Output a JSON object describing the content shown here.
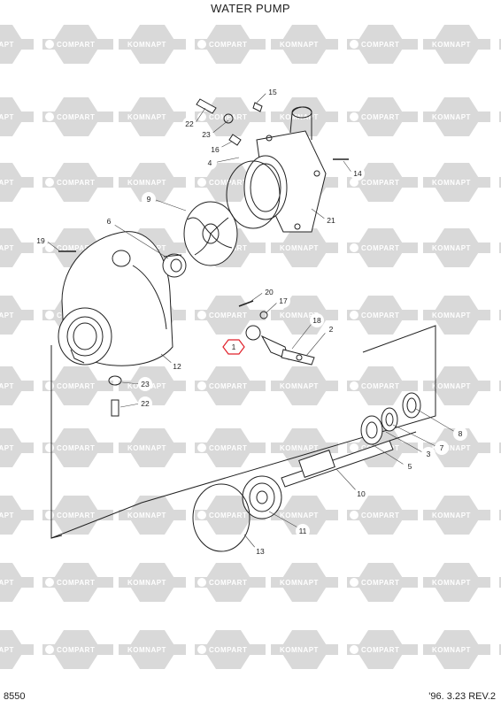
{
  "title": "WATER PUMP",
  "footer": {
    "page_code": "8550",
    "date_rev": "'96. 3.23  REV.2"
  },
  "watermark": {
    "words": [
      "KOMNAPT",
      "COMPART"
    ],
    "color": "#d9d9d9"
  },
  "callouts": [
    {
      "id": "15",
      "label": "15"
    },
    {
      "id": "22a",
      "label": "22"
    },
    {
      "id": "23a",
      "label": "23"
    },
    {
      "id": "16",
      "label": "16"
    },
    {
      "id": "4",
      "label": "4"
    },
    {
      "id": "14",
      "label": "14"
    },
    {
      "id": "9",
      "label": "9"
    },
    {
      "id": "21",
      "label": "21"
    },
    {
      "id": "6",
      "label": "6"
    },
    {
      "id": "19",
      "label": "19"
    },
    {
      "id": "20",
      "label": "20"
    },
    {
      "id": "17",
      "label": "17"
    },
    {
      "id": "18",
      "label": "18"
    },
    {
      "id": "2",
      "label": "2"
    },
    {
      "id": "1",
      "label": "1",
      "highlight": true
    },
    {
      "id": "12",
      "label": "12"
    },
    {
      "id": "23b",
      "label": "23"
    },
    {
      "id": "22b",
      "label": "22"
    },
    {
      "id": "8",
      "label": "8"
    },
    {
      "id": "7",
      "label": "7"
    },
    {
      "id": "3",
      "label": "3"
    },
    {
      "id": "5",
      "label": "5"
    },
    {
      "id": "10",
      "label": "10"
    },
    {
      "id": "11",
      "label": "11"
    },
    {
      "id": "13",
      "label": "13"
    }
  ],
  "colors": {
    "line": "#222222",
    "highlight": "#e0202a",
    "watermark": "#d9d9d9"
  }
}
